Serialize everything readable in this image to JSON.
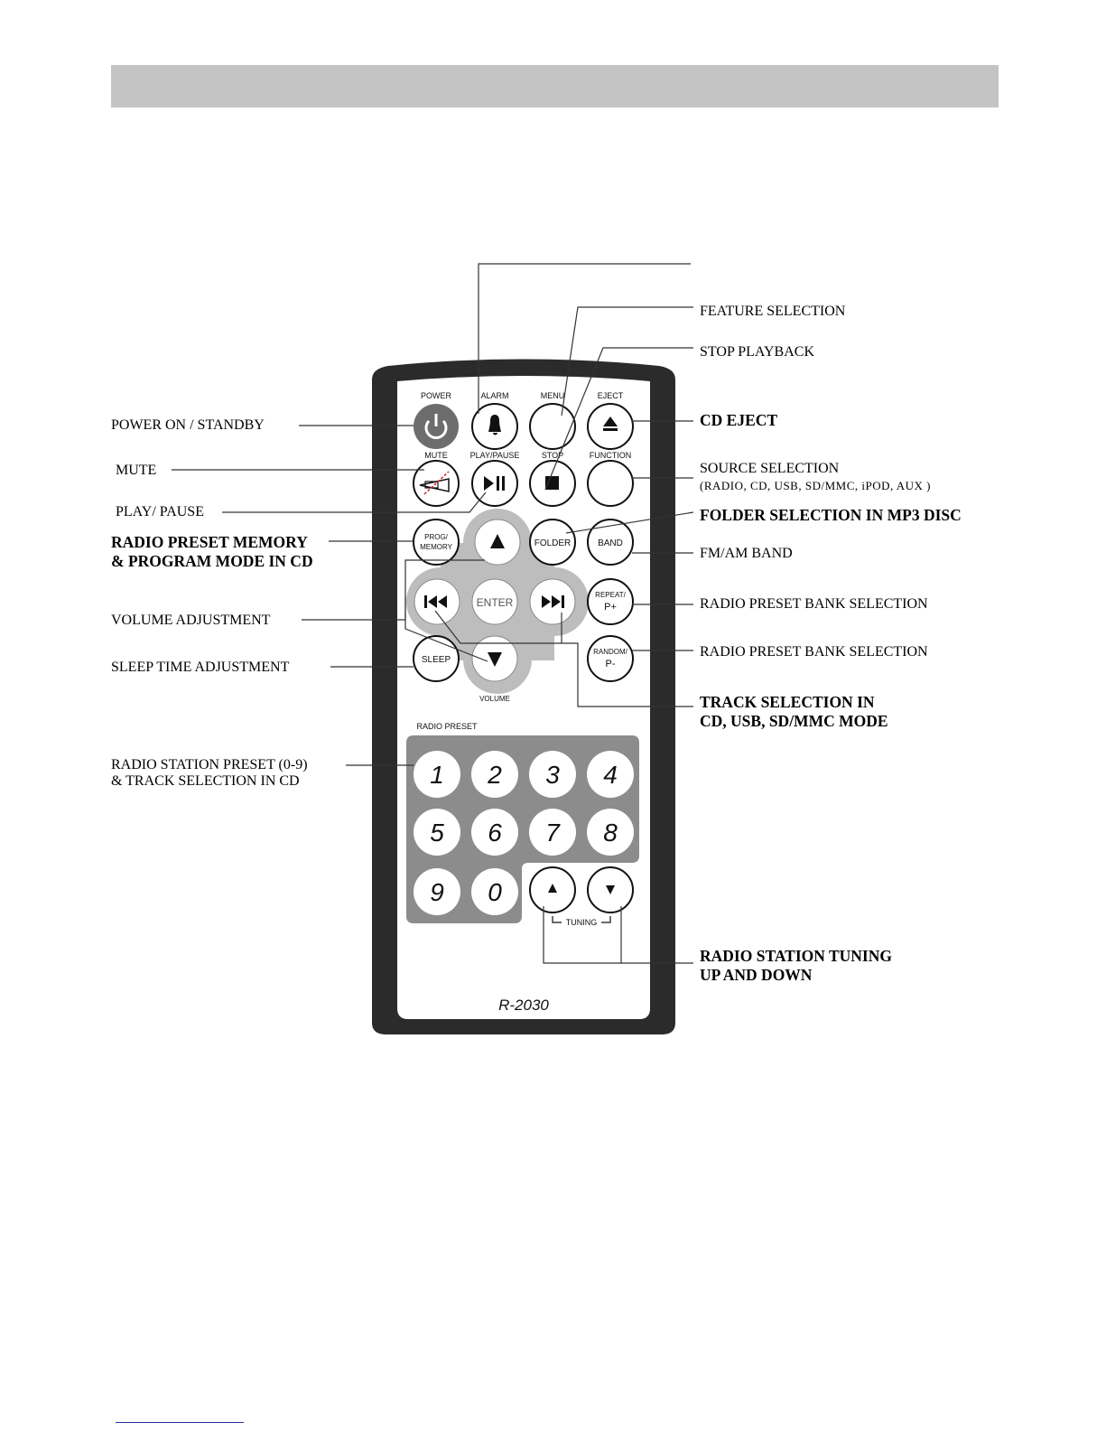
{
  "remote": {
    "model": "R-2030",
    "keys": {
      "power": "POWER",
      "alarm": "ALARM",
      "menu": "MENU",
      "eject": "EJECT",
      "mute": "MUTE",
      "play_pause": "PLAY/PAUSE",
      "stop": "STOP",
      "function": "FUNCTION",
      "prog_memory_1": "PROG/",
      "prog_memory_2": "MEMORY",
      "folder": "FOLDER",
      "band": "BAND",
      "enter": "ENTER",
      "repeat_1": "REPEAT/",
      "repeat_2": "P+",
      "random_1": "RANDOM/",
      "random_2": "P-",
      "sleep": "SLEEP",
      "volume": "VOLUME",
      "radio_preset": "RADIO PRESET",
      "tuning": "TUNING"
    },
    "digits": [
      "1",
      "2",
      "3",
      "4",
      "5",
      "6",
      "7",
      "8",
      "9",
      "0"
    ]
  },
  "labels": {
    "feature_selection": "FEATURE SELECTION",
    "stop_playback": "STOP PLAYBACK",
    "cd_eject": "CD EJECT",
    "source_selection": "SOURCE SELECTION",
    "source_selection_sub": "(RADIO, CD, USB, SD/MMC, iPOD, AUX )",
    "folder_selection": "FOLDER SELECTION IN MP3 DISC",
    "fm_am_band": "FM/AM BAND",
    "preset_bank_1": "RADIO PRESET BANK SELECTION",
    "preset_bank_2": "RADIO PRESET BANK SELECTION",
    "track_selection_1": "TRACK SELECTION IN",
    "track_selection_2": "CD, USB, SD/MMC MODE",
    "station_tuning_1": "RADIO STATION TUNING",
    "station_tuning_2": "UP AND DOWN",
    "power_standby": "POWER ON / STANDBY",
    "mute": "MUTE",
    "play_pause": "PLAY/ PAUSE",
    "preset_memory_1": "RADIO  PRESET MEMORY",
    "preset_memory_2": "& PROGRAM MODE IN CD",
    "volume_adjustment": "VOLUME ADJUSTMENT",
    "sleep_time": "SLEEP TIME ADJUSTMENT",
    "station_preset_1": "RADIO STATION PRESET  (0-9)",
    "station_preset_2": "& TRACK SELECTION IN CD"
  },
  "icons": [
    "power-icon",
    "bell-icon",
    "eject-icon",
    "trumpet-muted-icon",
    "play-pause-icon",
    "stop-icon",
    "arrow-up-icon",
    "arrow-down-icon",
    "previous-track-icon",
    "next-track-icon",
    "tuning-up-icon",
    "tuning-down-icon"
  ],
  "colors": {
    "header_bar": "#c4c4c4",
    "remote_body": "#2b2b2b",
    "keypad_panel": "#8c8c8c",
    "navigation_ring": "#bdbdbd"
  }
}
